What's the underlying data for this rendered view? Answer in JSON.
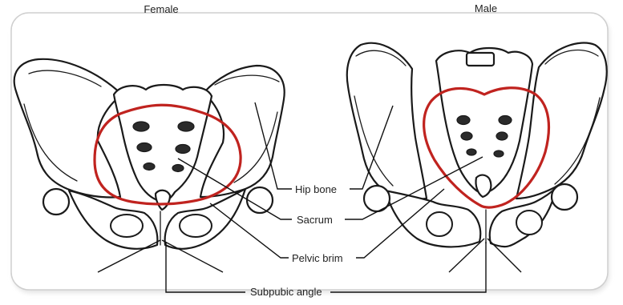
{
  "titles": {
    "female": "Female",
    "male": "Male"
  },
  "labels": {
    "hip_bone": "Hip bone",
    "sacrum": "Sacrum",
    "pelvic_brim": "Pelvic brim",
    "subpubic_angle": "Subpubic angle"
  },
  "colors": {
    "pelvic_brim": "#c0231f",
    "frame_border": "#cfcfcf",
    "line": "#111111"
  }
}
